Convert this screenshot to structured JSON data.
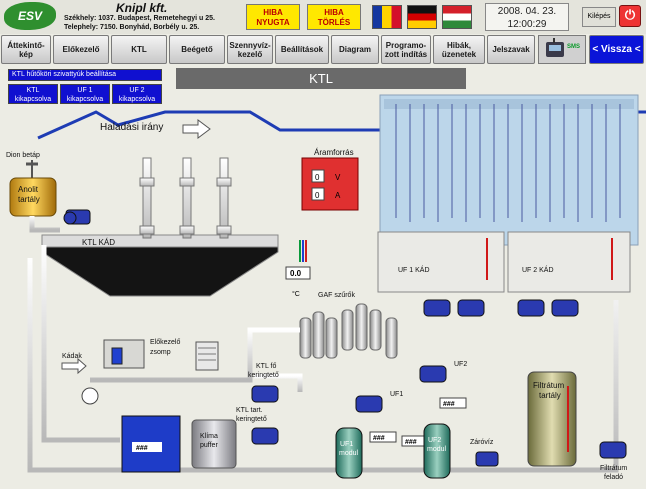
{
  "header": {
    "logo_text": "ESV",
    "company_name": "Knipl kft.",
    "address_line1": "Székhely: 1037. Budapest, Remetehegyi u 25.",
    "address_line2": "Telephely: 7150. Bonyhád, Borbély u. 25.",
    "alarm_ack_line1": "HIBA",
    "alarm_ack_line2": "NYUGTA",
    "alarm_clear_line1": "HIBA",
    "alarm_clear_line2": "TÖRLÉS",
    "date": "2008. 04. 23.",
    "time": "12:00:29",
    "logout_label": "Kilépés"
  },
  "nav": {
    "items": [
      {
        "label": "Áttekintő-\nkép"
      },
      {
        "label": "Előkezelő"
      },
      {
        "label": "KTL"
      },
      {
        "label": "Beégető"
      },
      {
        "label": "Szennyvíz-\nkezelő"
      },
      {
        "label": "Beállítások"
      },
      {
        "label": "Diagram"
      },
      {
        "label": "Programo-\nzott indítás"
      },
      {
        "label": "Hibák,\nüzenetek"
      },
      {
        "label": "Jelszavak"
      }
    ],
    "gsm_label": "SMS",
    "back_label": "< Vissza <"
  },
  "circuits": {
    "title": "KTL hűtőköri szivattyúk beállítása",
    "ktl_btn": "KTL\nkikapcsolva",
    "uf1_btn": "UF 1\nkikapcsolva",
    "uf2_btn": "UF 2\nkikapcsolva"
  },
  "page_title": "KTL",
  "diagram": {
    "direction_label": "Haladási irány",
    "dion_label": "Dion betáp",
    "anolit_label": "Anolit\ntartály",
    "ktl_tank_label": "KTL KÁD",
    "power_supply_label": "Áramforrás",
    "ps_value_top": "0",
    "ps_unit_top": "V",
    "ps_value_bottom": "0",
    "ps_unit_bottom": "A",
    "temp_value": "0.0",
    "temp_unit": "°C",
    "gaf_label": "GAF szűrők",
    "uf1_tank_label": "UF 1 KÁD",
    "uf2_tank_label": "UF 2 KÁD",
    "tanks_label": "Kádak",
    "pretreat_label": "Előkezelő\nzsomp",
    "ktl_main_circ_label": "KTL fő\nkeringtető",
    "ktl_tank_circ_label": "KTL tart.\nkeringtető",
    "uf1_pump_label": "UF1",
    "uf2_pump_label": "UF2",
    "uf1_module_label": "UF1\nmodul",
    "uf2_module_label": "UF2\nmodul",
    "gate_valve_label": "Záróvíz",
    "filtrate_tank_label": "Filtrátum\ntartály",
    "filtrate_feed_label": "Filtrátum\nfeladó",
    "climate_buffer_label": "Klíma\npuffer",
    "readout_hash": "###"
  }
}
